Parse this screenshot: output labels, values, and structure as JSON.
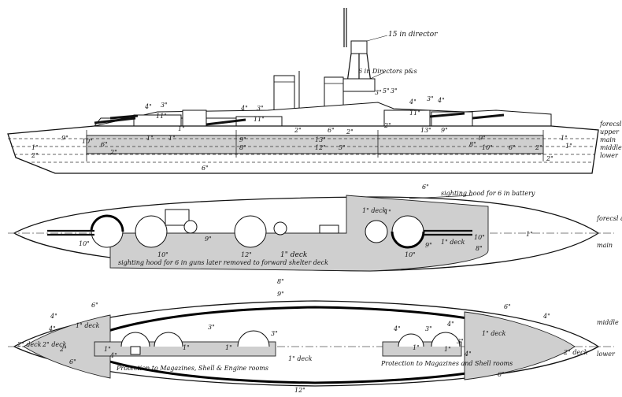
{
  "profile": {
    "callouts": {
      "director_15in": "15 in director",
      "directors_6in": "6 in Directors p&s"
    },
    "deck_levels": [
      "forecsl",
      "upper",
      "main",
      "middle",
      "lower"
    ],
    "thickness_marks": [
      "4\"",
      "3\"",
      "11\"",
      "4\"",
      "3\"",
      "11\"",
      "3\"",
      "5\"",
      "3\"",
      "4\"",
      "3\"",
      "4\"",
      "11\"",
      "9\"",
      "1\"",
      "10\"",
      "6\"",
      "2\"",
      "1\"",
      "1\"",
      "9\"",
      "8\"",
      "13\"",
      "12\"",
      "6\"",
      "9\"",
      "10\"",
      "8\"",
      "6\"",
      "1\"",
      "1\"",
      "2\"",
      "2\"",
      "2\"",
      "1\"",
      "2\"",
      "6\"",
      "13\"",
      "9\"",
      "2\"",
      "2\"",
      "5\""
    ]
  },
  "upper_plan": {
    "notes": {
      "sighting_hood_top": "sighting hood for 6 in battery",
      "sighting_hood_bottom": "sighting hood for 6 in guns later removed to forward shelter deck"
    },
    "deck_marks": [
      "1\" deck",
      "1\" deck",
      "1\" deck"
    ],
    "deck_levels": [
      "forecsl & upper",
      "main"
    ],
    "thickness_marks": [
      "6\"",
      "10\"",
      "9\"",
      "10\"",
      "12\"",
      "10\"",
      "9\"",
      "10\"",
      "8\"",
      "1\"",
      "1\"",
      "8\"",
      "9\""
    ]
  },
  "lower_plan": {
    "notes": {
      "protection_left": "Protection to Magazines, Shell & Engine rooms",
      "protection_right": "Protection to Magazines and Shell rooms"
    },
    "deck_marks": [
      "1\" deck",
      "2\" deck",
      "1\" deck",
      "1\" deck",
      "2\" deck",
      "2\" deck"
    ],
    "deck_levels": [
      "middle",
      "lower"
    ],
    "thickness_marks": [
      "6\"",
      "6\"",
      "4\"",
      "4\"",
      "3\"",
      "1\"",
      "4\"",
      "4\"",
      "3\"",
      "4\"",
      "4\"",
      "3\"",
      "3\"",
      "2\"",
      "1\"",
      "1\"",
      "6\"",
      "6\"",
      "4\"",
      "1\"",
      "1\"",
      "12\""
    ]
  },
  "colors": {
    "ink": "#111111",
    "armor_fill": "#cfcfcf",
    "paper": "#ffffff"
  }
}
